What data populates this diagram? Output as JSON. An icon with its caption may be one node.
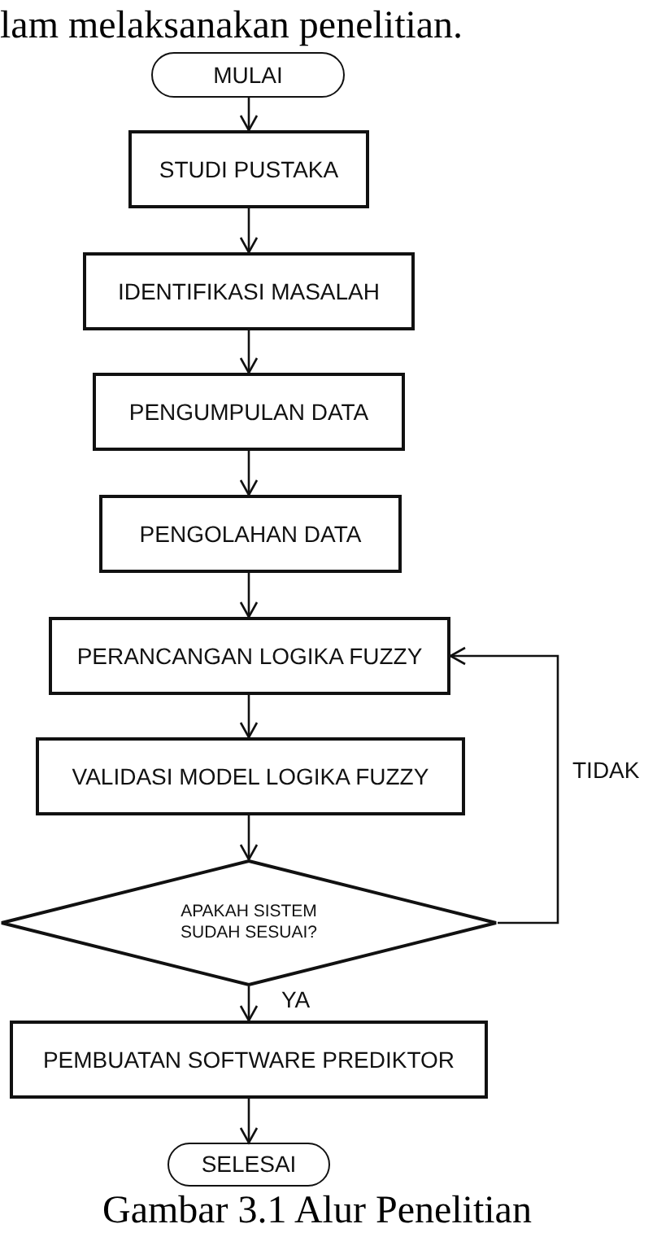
{
  "diagram": {
    "caption": "Gambar 3.1 Alur Penelitian",
    "nodes": [
      {
        "text": [
          "MULAI"
        ]
      },
      {
        "text": [
          "STUDI PUSTAKA"
        ]
      },
      {
        "text": [
          "IDENTIFIKASI MASALAH"
        ]
      },
      {
        "text": [
          "PENGUMPULAN DATA"
        ]
      },
      {
        "text": [
          "PENGOLAHAN DATA"
        ]
      },
      {
        "text": [
          "PERANCANGAN LOGIKA FUZZY"
        ]
      },
      {
        "text": [
          "VALIDASI MODEL LOGIKA FUZZY"
        ]
      },
      {
        "text": [
          "APAKAH SISTEM SUDAH SESUAI?"
        ]
      },
      {
        "text": [
          "PEMBUATAN SOFTWARE PREDIKTOR"
        ]
      },
      {
        "text": [
          "SELESAI"
        ]
      }
    ],
    "edges": [
      {
        "from": 0,
        "to": 1,
        "arrow": "to"
      },
      {
        "from": 1,
        "to": 2,
        "arrow": "to"
      },
      {
        "from": 2,
        "to": 3,
        "arrow": "to"
      },
      {
        "from": 3,
        "to": 4,
        "arrow": "to"
      },
      {
        "from": 4,
        "to": 5,
        "arrow": "to"
      },
      {
        "from": 5,
        "to": 6,
        "arrow": "to"
      },
      {
        "from": 6,
        "to": 7,
        "arrow": "to"
      },
      {
        "from": 7,
        "to": 8,
        "arrow": "to",
        "label": "YA"
      },
      {
        "from": 7,
        "to": 5,
        "arrow": "to",
        "label": "TIDAK"
      },
      {
        "from": 8,
        "to": 9,
        "arrow": "to"
      }
    ],
    "labels": [
      "lam melaksanakan penelitian."
    ]
  }
}
